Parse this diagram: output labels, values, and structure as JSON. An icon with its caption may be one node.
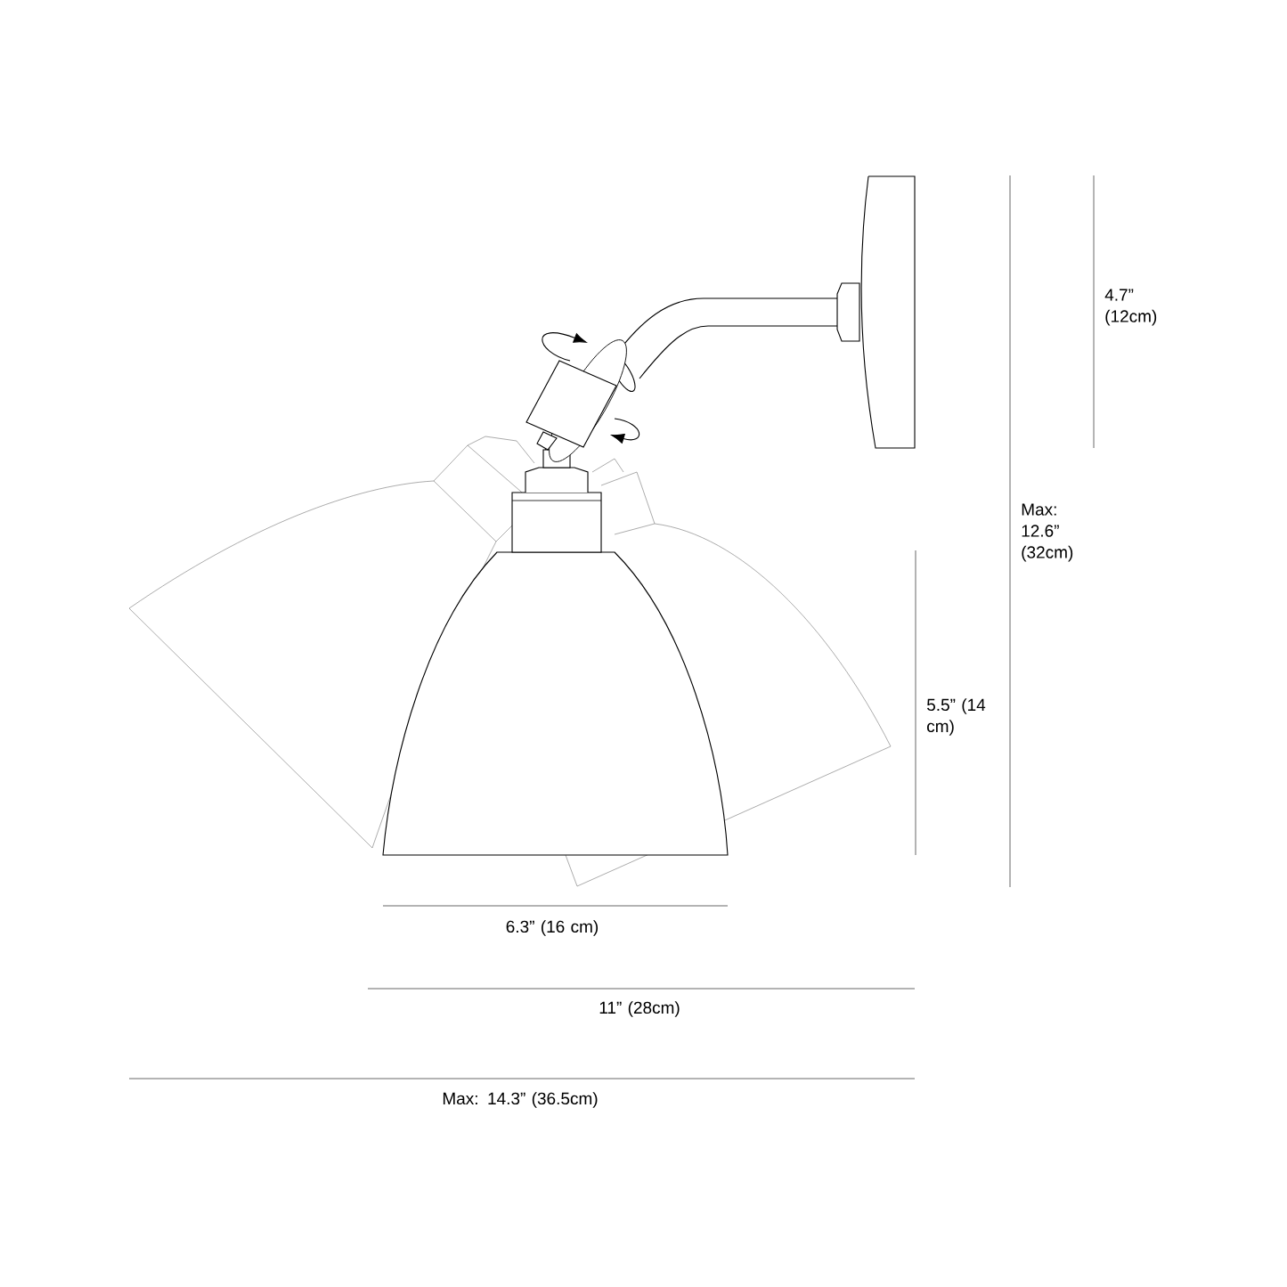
{
  "diagram": {
    "labels": [
      "4.7” (12cm)",
      "Max: 12.6” (32cm)",
      "5.5” (14 cm)",
      "6.3” (16 cm)",
      "11” (28cm)",
      "Max: 14.3” (36.5cm)"
    ]
  }
}
